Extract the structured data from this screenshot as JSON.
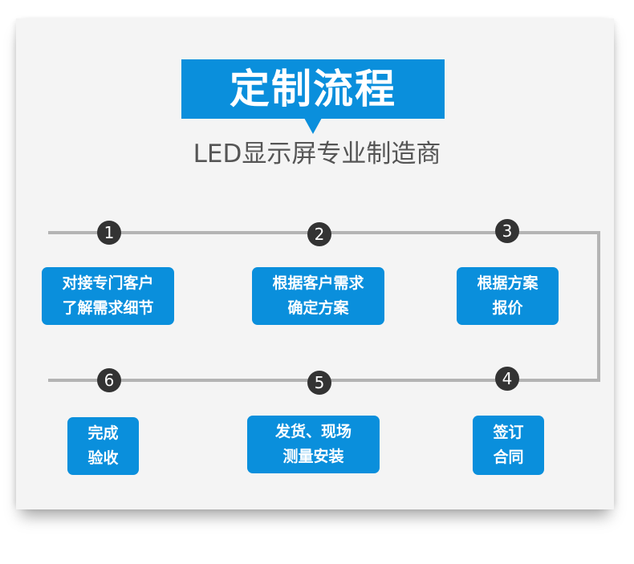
{
  "title": "定制流程",
  "subtitle": "LED显示屏专业制造商",
  "accent": "#0a8fdc",
  "steps": [
    {
      "num": "1",
      "line1": "对接专门客户",
      "line2": "了解需求细节"
    },
    {
      "num": "2",
      "line1": "根据客户需求",
      "line2": "确定方案"
    },
    {
      "num": "3",
      "line1": "根据方案",
      "line2": "报价"
    },
    {
      "num": "4",
      "line1": "签订",
      "line2": "合同"
    },
    {
      "num": "5",
      "line1": "发货、现场",
      "line2": "测量安装"
    },
    {
      "num": "6",
      "line1": "完成",
      "line2": "验收"
    }
  ]
}
